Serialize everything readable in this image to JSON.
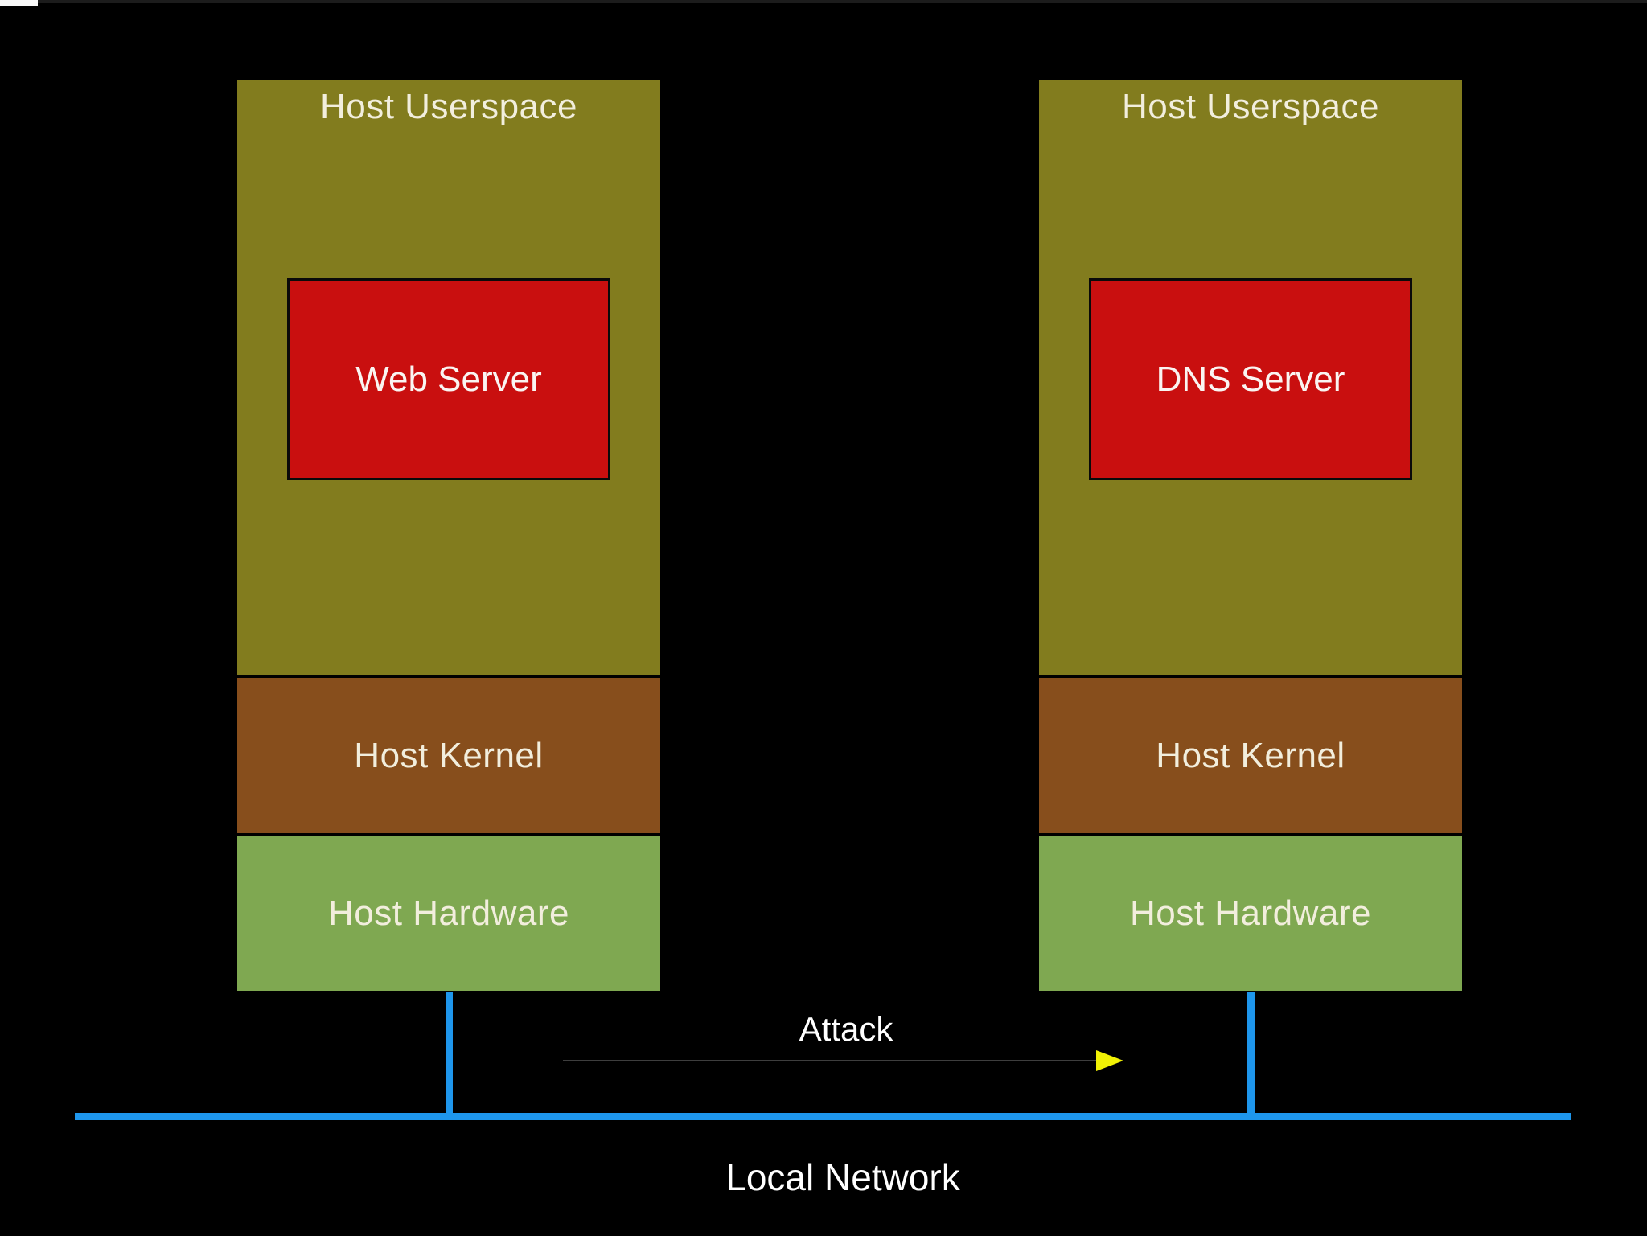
{
  "diagram": {
    "hosts": [
      {
        "id": "web-host",
        "userspace_label": "Host Userspace",
        "service_label": "Web Server",
        "kernel_label": "Host Kernel",
        "hardware_label": "Host Hardware"
      },
      {
        "id": "dns-host",
        "userspace_label": "Host Userspace",
        "service_label": "DNS Server",
        "kernel_label": "Host Kernel",
        "hardware_label": "Host Hardware"
      }
    ],
    "attack_label": "Attack",
    "network_label": "Local Network",
    "colors": {
      "background": "#000000",
      "userspace": "#827c1e",
      "kernel": "#874e1c",
      "hardware": "#7fa851",
      "service": "#c90f0f",
      "network_line": "#1e96ec",
      "attack_line": "#3e3e3e",
      "attack_arrow": "#f2f205",
      "label_text": "#f2eedd",
      "service_text": "#faf5f2",
      "plain_text": "#ffffff"
    }
  }
}
